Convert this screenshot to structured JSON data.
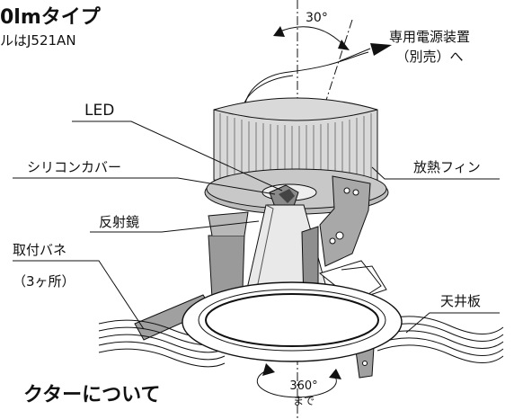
{
  "heading_top": "0lmタイプ",
  "subtitle_top": "ルはJ521AN",
  "heading_bottom": "クターについて",
  "angle_top": "30°",
  "angle_bottom": "360°",
  "angle_bottom_note": "まで",
  "labels": {
    "power_supply_line1": "専用電源装置",
    "power_supply_line2": "（別売）へ",
    "led": "LED",
    "silicone_cover": "シリコンカバー",
    "heat_fin": "放熱フィン",
    "reflector": "反射鏡",
    "spring_line1": "取付バネ",
    "spring_line2": "（3ヶ所）",
    "ceiling_board": "天井板"
  }
}
